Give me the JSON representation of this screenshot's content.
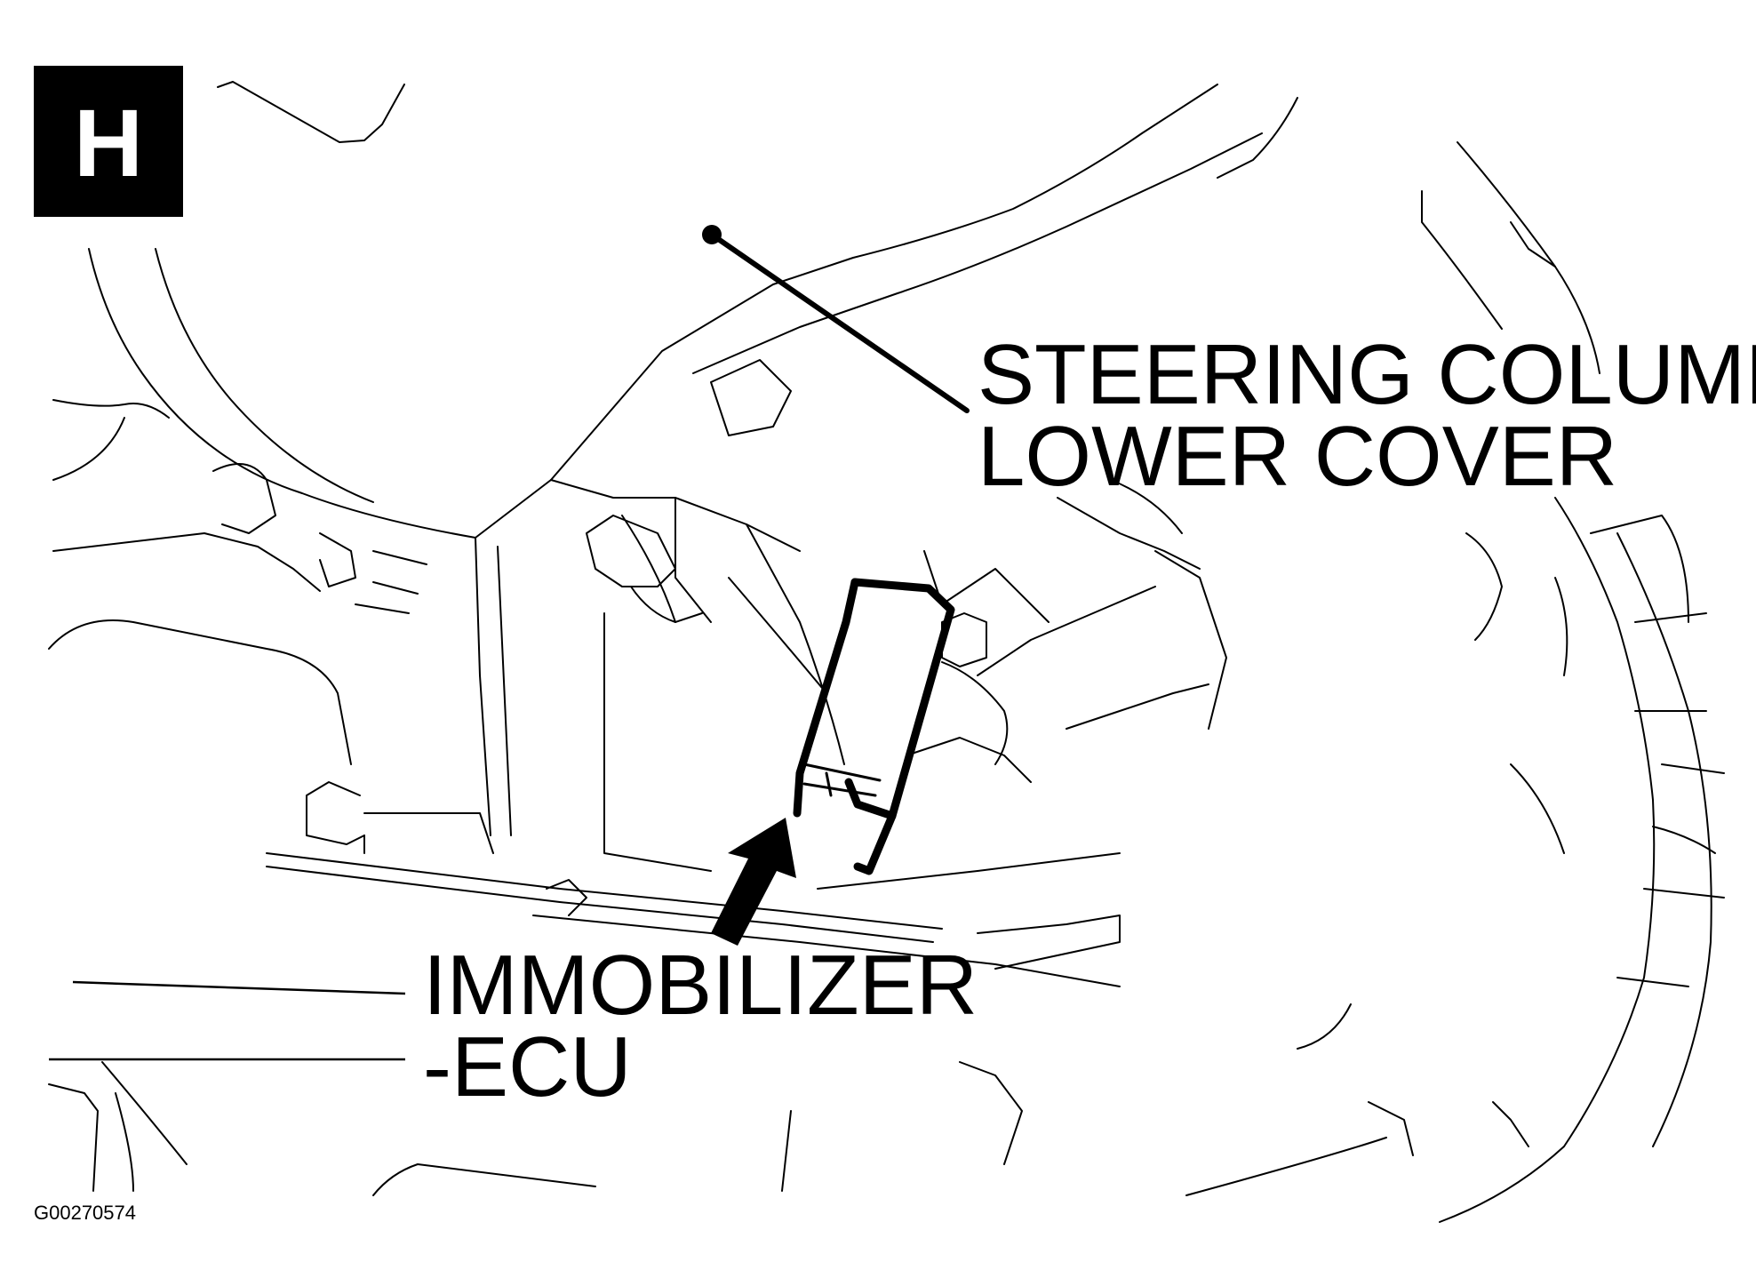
{
  "figure": {
    "badge": "H",
    "callouts": {
      "steering_cover": {
        "line1": "STEERING COLUMN",
        "line2": "LOWER COVER"
      },
      "immobilizer": {
        "line1": "IMMOBILIZER",
        "line2": "-ECU"
      }
    },
    "figure_id": "G00270574"
  }
}
